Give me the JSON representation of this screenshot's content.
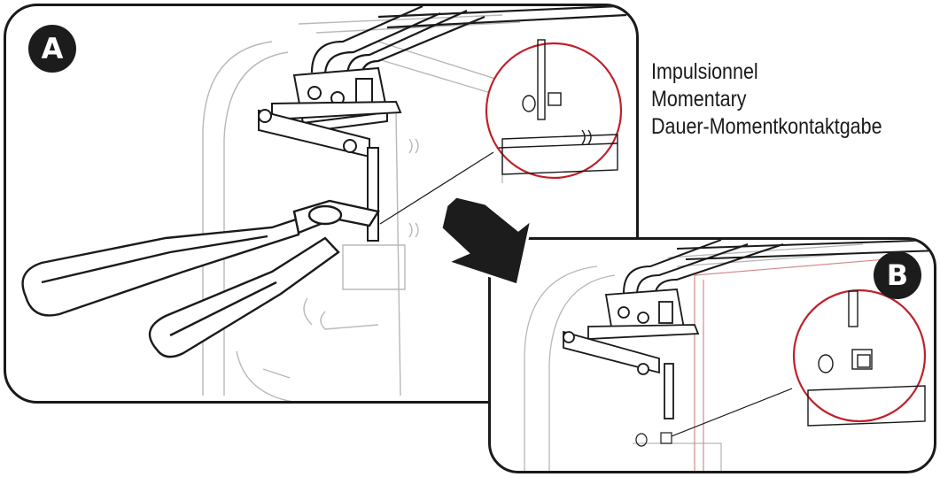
{
  "badges": {
    "a": "A",
    "b": "B"
  },
  "captions": [
    "Impulsionnel",
    "Momentary",
    "Dauer-Momentkontaktgabe"
  ],
  "colors": {
    "outline": "#1a1a1a",
    "ghost": "#b5b5b5",
    "callout": "#c0202a",
    "arrow": "#1c1c1c"
  },
  "icons": {
    "pliers": "pliers-icon",
    "step_arrow": "arrow-down-right-icon"
  }
}
